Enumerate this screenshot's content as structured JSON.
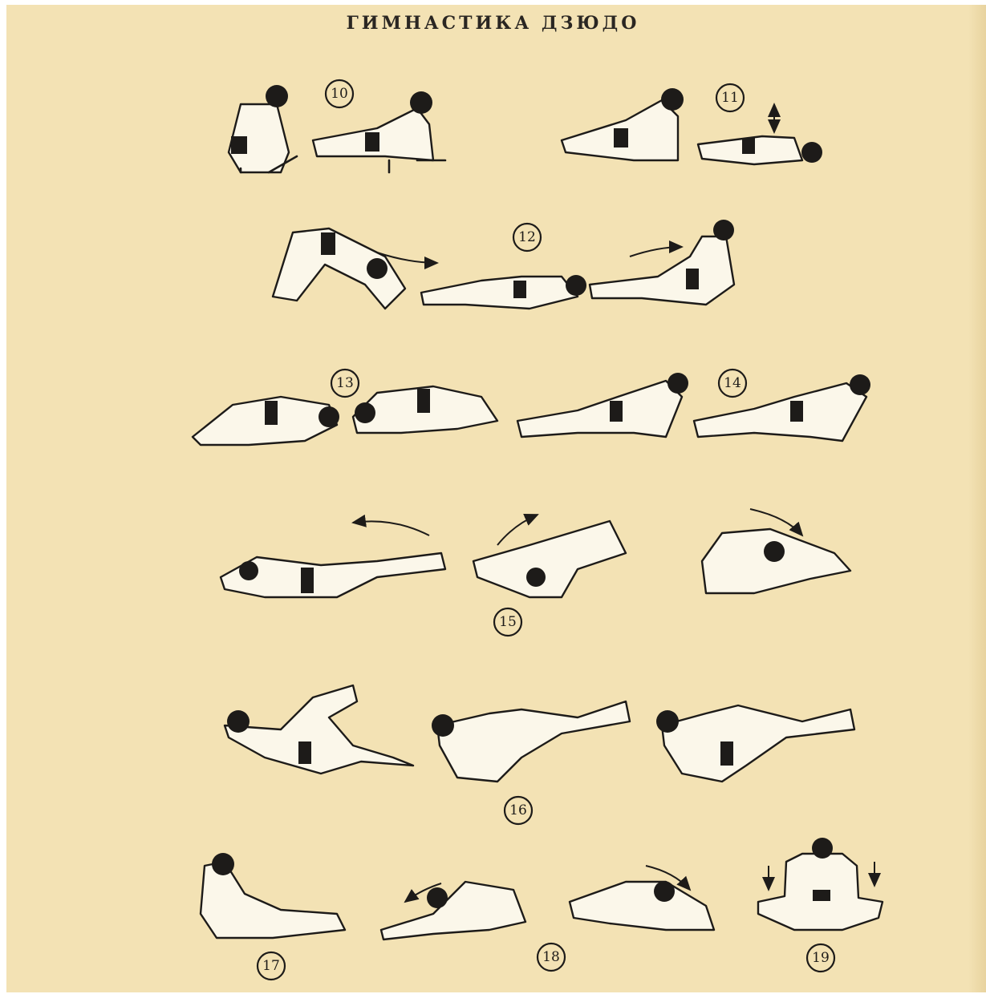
{
  "page": {
    "title": "ГИМНАСТИКА ДЗЮДО"
  },
  "exercises": [
    {
      "number": "10"
    },
    {
      "number": "11"
    },
    {
      "number": "12"
    },
    {
      "number": "13"
    },
    {
      "number": "14"
    },
    {
      "number": "15"
    },
    {
      "number": "16"
    },
    {
      "number": "17"
    },
    {
      "number": "18"
    },
    {
      "number": "19"
    }
  ]
}
